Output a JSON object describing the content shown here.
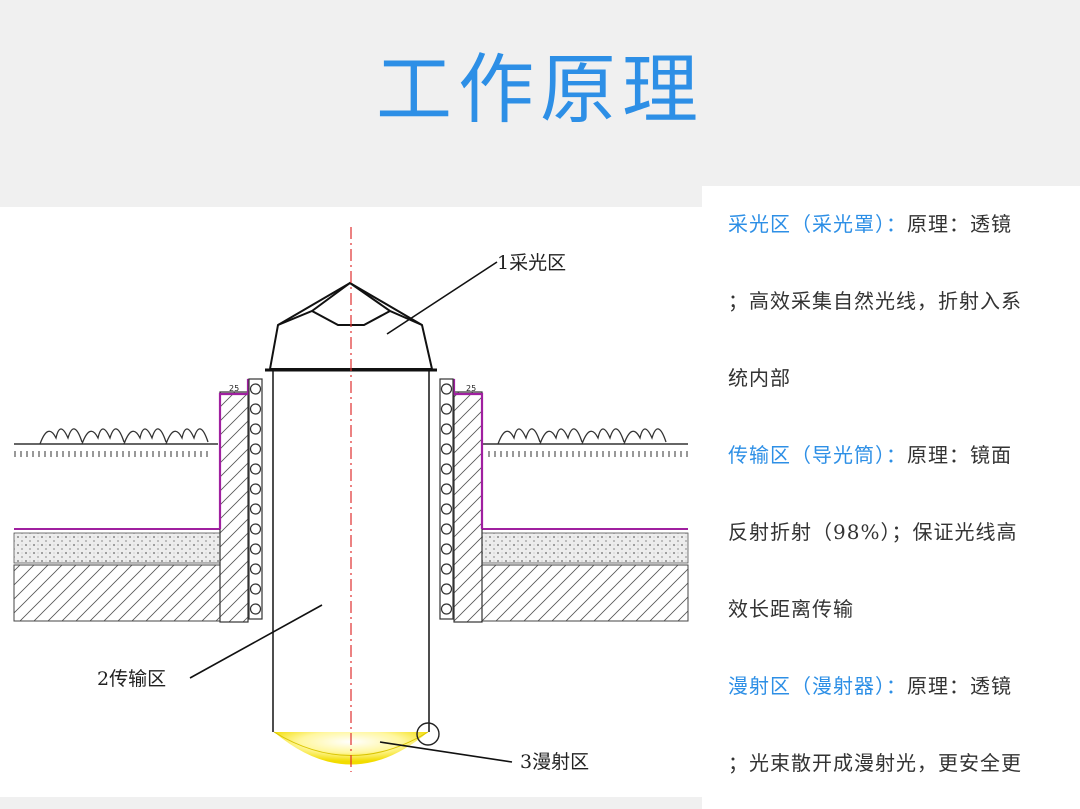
{
  "title": "工作原理",
  "diagram": {
    "labels": {
      "collector": "1采光区",
      "transmission": "2传输区",
      "diffuser": "3漫射区"
    }
  },
  "description": {
    "lines": [
      {
        "highlight": "采光区（采光罩）：",
        "text": "原理：透镜"
      },
      {
        "highlight": "",
        "text": "；高效采集自然光线，折射入系"
      },
      {
        "highlight": "",
        "text": "统内部"
      },
      {
        "highlight": "传输区（导光筒）：",
        "text": "原理：镜面"
      },
      {
        "highlight": "",
        "text": "反射折射（98%）；保证光线高"
      },
      {
        "highlight": "",
        "text": "效长距离传输"
      },
      {
        "highlight": "漫射区（漫射器）：",
        "text": "原理：透镜"
      },
      {
        "highlight": "",
        "text": "；光束散开成漫射光，更安全更"
      }
    ]
  },
  "colors": {
    "accent": "#2d8fe6",
    "membrane": "#a020a0",
    "diffuser": "#f5e000"
  }
}
